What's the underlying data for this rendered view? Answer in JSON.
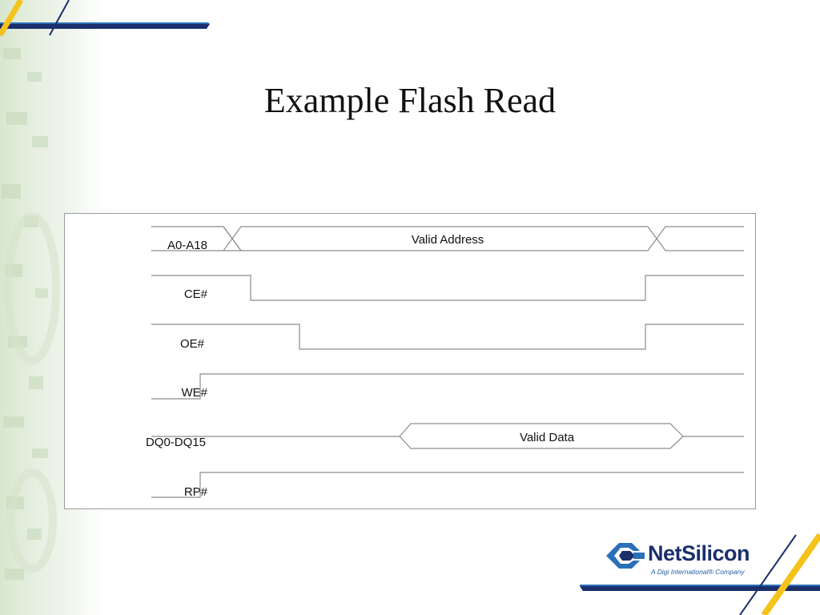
{
  "slide": {
    "title": "Example Flash Read"
  },
  "timing": {
    "signals": [
      {
        "label": "A0-A18"
      },
      {
        "label": "CE#"
      },
      {
        "label": "OE#"
      },
      {
        "label": "WE#"
      },
      {
        "label": "DQ0-DQ15"
      },
      {
        "label": "RP#"
      }
    ],
    "bus_labels": {
      "address": "Valid Address",
      "data": "Valid Data"
    }
  },
  "logo": {
    "name": "NetSilicon",
    "tagline": "A Digi International® Company"
  },
  "colors": {
    "accent_yellow": "#f4c21a",
    "accent_navy": "#1b2f6b",
    "accent_blue": "#2a6fb8",
    "decor_green": "#cfe0c4"
  }
}
